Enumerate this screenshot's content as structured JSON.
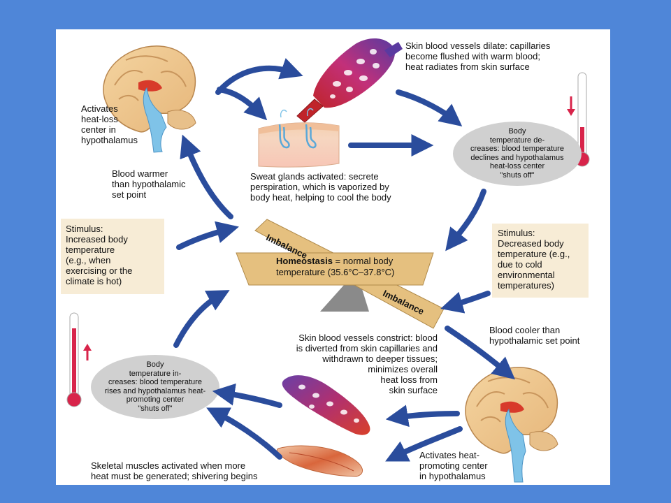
{
  "labels": {
    "heat_loss_center": "Activates\nheat-loss\ncenter in\nhypothalamus",
    "vessels_dilate": "Skin blood vessels dilate: capillaries\nbecome flushed with warm blood;\nheat radiates from skin surface",
    "sweat_glands": "Sweat glands activated: secrete\nperspiration, which is vaporized by\nbody heat, helping to cool the body",
    "blood_warmer": "Blood warmer\nthan hypothalamic\nset point",
    "stimulus_increase": "Stimulus:\nIncreased body\ntemperature\n(e.g., when\nexercising or the\nclimate is hot)",
    "stimulus_decrease": "Stimulus:\nDecreased body\ntemperature (e.g.,\ndue to cold\nenvironmental\ntemperatures)",
    "temp_decreases": "Body\ntemperature de-\ncreases: blood temperature\ndeclines and hypothalamus\nheat-loss center\n\"shuts off\"",
    "temp_increases": "Body\ntemperature in-\ncreases: blood temperature\nrises and hypothalamus heat-\npromoting center\n\"shuts off\"",
    "imbalance_top": "Imbalance",
    "imbalance_bottom": "Imbalance",
    "homeostasis_bold": "Homeostasis",
    "homeostasis_rest": " = normal body",
    "homeostasis_range": "temperature (35.6°C–37.8°C)",
    "blood_cooler": "Blood cooler than\nhypothalamic set point",
    "vessels_constrict": "Skin blood vessels constrict: blood\nis diverted from skin capillaries and\nwithdrawn to deeper tissues;\nminimizes overall\nheat loss from\nskin surface",
    "skeletal_muscles": "Skeletal muscles activated when more\nheat must be generated; shivering begins",
    "heat_promoting_center": "Activates heat-\npromoting center\nin hypothalamus"
  },
  "colors": {
    "background": "#4f86d8",
    "arrow": "#2a4c9c",
    "stimulus_box": "#f7ecd6",
    "seesaw": "#e5c07f",
    "ellipse": "#d0d0d0",
    "thermometer_red": "#d8244a"
  },
  "icons": [
    "brain-icon",
    "blood-vessel-icon",
    "skin-sweat-gland-icon",
    "thermometer-icon",
    "muscle-icon",
    "seesaw-icon"
  ]
}
